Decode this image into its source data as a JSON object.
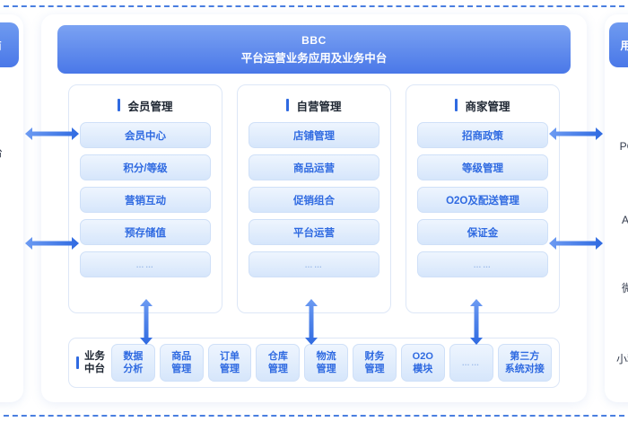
{
  "diagram": {
    "banner": {
      "title": "BBC",
      "subtitle": "平台运营业务应用及业务中台"
    },
    "left_panel": {
      "header": "商",
      "labels": [
        "台"
      ]
    },
    "right_panel": {
      "header": "用户",
      "labels": [
        "PC端",
        "APP",
        "微信",
        "小程序"
      ]
    },
    "columns": [
      {
        "title": "会员管理",
        "items": [
          "会员中心",
          "积分/等级",
          "营销互动",
          "预存储值",
          "……"
        ]
      },
      {
        "title": "自营管理",
        "items": [
          "店铺管理",
          "商品运营",
          "促销组合",
          "平台运营",
          "……"
        ]
      },
      {
        "title": "商家管理",
        "items": [
          "招商政策",
          "等级管理",
          "O2O及配送管理",
          "保证金",
          "……"
        ]
      }
    ],
    "platform": {
      "label_line1": "业务",
      "label_line2": "中台",
      "cards": [
        {
          "line1": "数据",
          "line2": "分析"
        },
        {
          "line1": "商品",
          "line2": "管理"
        },
        {
          "line1": "订单",
          "line2": "管理"
        },
        {
          "line1": "仓库",
          "line2": "管理"
        },
        {
          "line1": "物流",
          "line2": "管理"
        },
        {
          "line1": "财务",
          "line2": "管理"
        },
        {
          "line1": "O2O",
          "line2": "模块"
        },
        {
          "line1": "……",
          "line2": ""
        },
        {
          "line1": "第三方",
          "line2": "系统对接"
        }
      ]
    },
    "colors": {
      "accent": "#2f6ae1",
      "banner_from": "#7ba2f2",
      "banner_to": "#4a78e8",
      "pill_border": "#cfe0f8",
      "frame_dash": "#4a7fe0"
    }
  }
}
